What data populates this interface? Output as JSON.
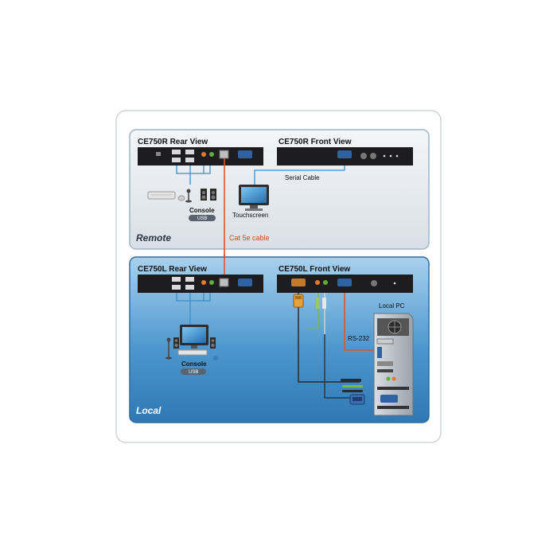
{
  "remote": {
    "section_label": "Remote",
    "rear_title": "CE750R Rear View",
    "front_title": "CE750R Front View",
    "serial_cable": "Serial Cable",
    "touchscreen": "Touchscreen",
    "console": "Console",
    "usb": "USB"
  },
  "link": {
    "cable_label": "Cat 5e cable"
  },
  "local": {
    "section_label": "Local",
    "rear_title": "CE750L Rear View",
    "front_title": "CE750L Front View",
    "local_pc": "Local PC",
    "rs232": "RS-232",
    "console": "Console",
    "usb": "USB"
  },
  "colors": {
    "cat5e": "#e0542a",
    "serial": "#3c8fc6",
    "remote_panel": "#e9eef3",
    "local_panel": "#4f9bd0"
  }
}
